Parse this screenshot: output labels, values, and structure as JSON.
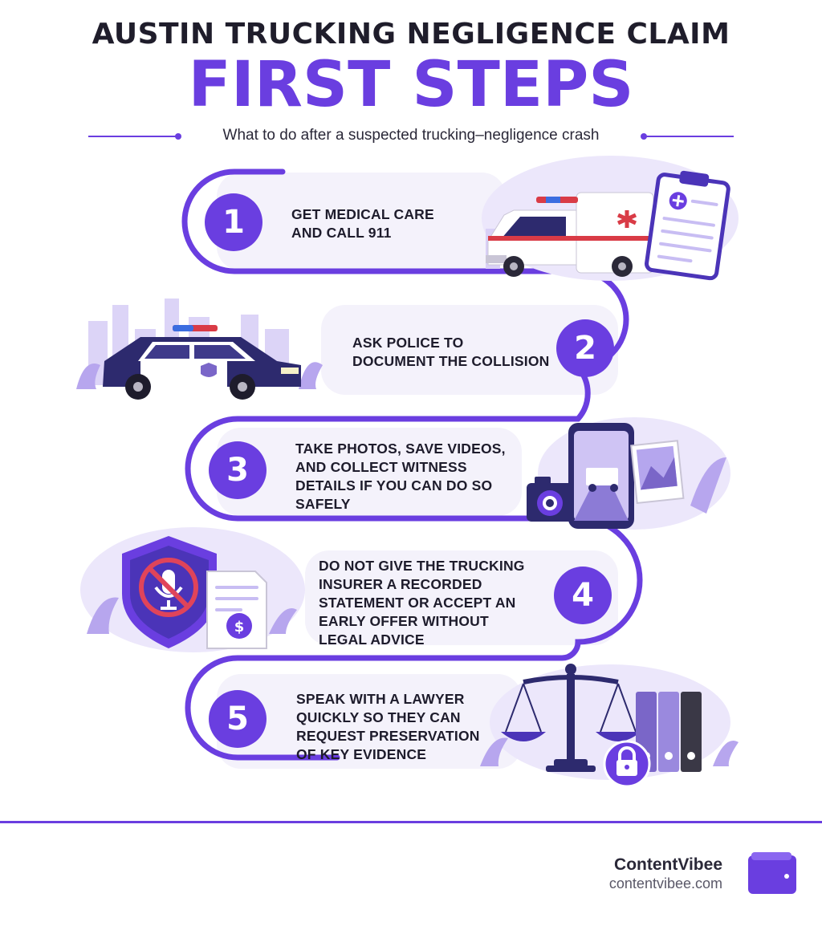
{
  "header": {
    "title": "AUSTIN TRUCKING NEGLIGENCE CLAIM",
    "main": "FIRST STEPS",
    "subtitle": "What to do after a suspected trucking–negligence crash"
  },
  "steps": [
    {
      "number": "1",
      "lines": [
        "GET MEDICAL CARE",
        "AND CALL 911"
      ]
    },
    {
      "number": "2",
      "lines": [
        "ASK POLICE TO",
        "DOCUMENT THE COLLISION"
      ]
    },
    {
      "number": "3",
      "lines": [
        "TAKE PHOTOS, SAVE VIDEOS,",
        "AND COLLECT WITNESS",
        "DETAILS IF YOU CAN DO SO",
        "SAFELY"
      ]
    },
    {
      "number": "4",
      "lines": [
        "DO NOT GIVE THE TRUCKING",
        "INSURER A RECORDED",
        "STATEMENT OR ACCEPT AN",
        "EARLY OFFER WITHOUT",
        "LEGAL ADVICE"
      ]
    },
    {
      "number": "5",
      "lines": [
        "SPEAK WITH A LAWYER",
        "QUICKLY SO THEY CAN",
        "REQUEST PRESERVATION",
        "OF KEY EVIDENCE"
      ]
    }
  ],
  "footer": {
    "brand": "ContentVibee",
    "url": "contentvibee.com"
  },
  "colors": {
    "accent": "#6a3ee0",
    "accent_light": "#e4dcfa",
    "panel": "#f4f2fb",
    "dark_navy": "#2d2a6e"
  },
  "icons": [
    "ambulance-icon",
    "clipboard-medical-icon",
    "police-car-icon",
    "smartphone-photo-icon",
    "camera-icon",
    "photo-icon",
    "shield-no-microphone-icon",
    "document-dollar-icon",
    "scales-of-justice-icon",
    "binders-icon",
    "lock-icon",
    "wallet-logo-icon"
  ]
}
